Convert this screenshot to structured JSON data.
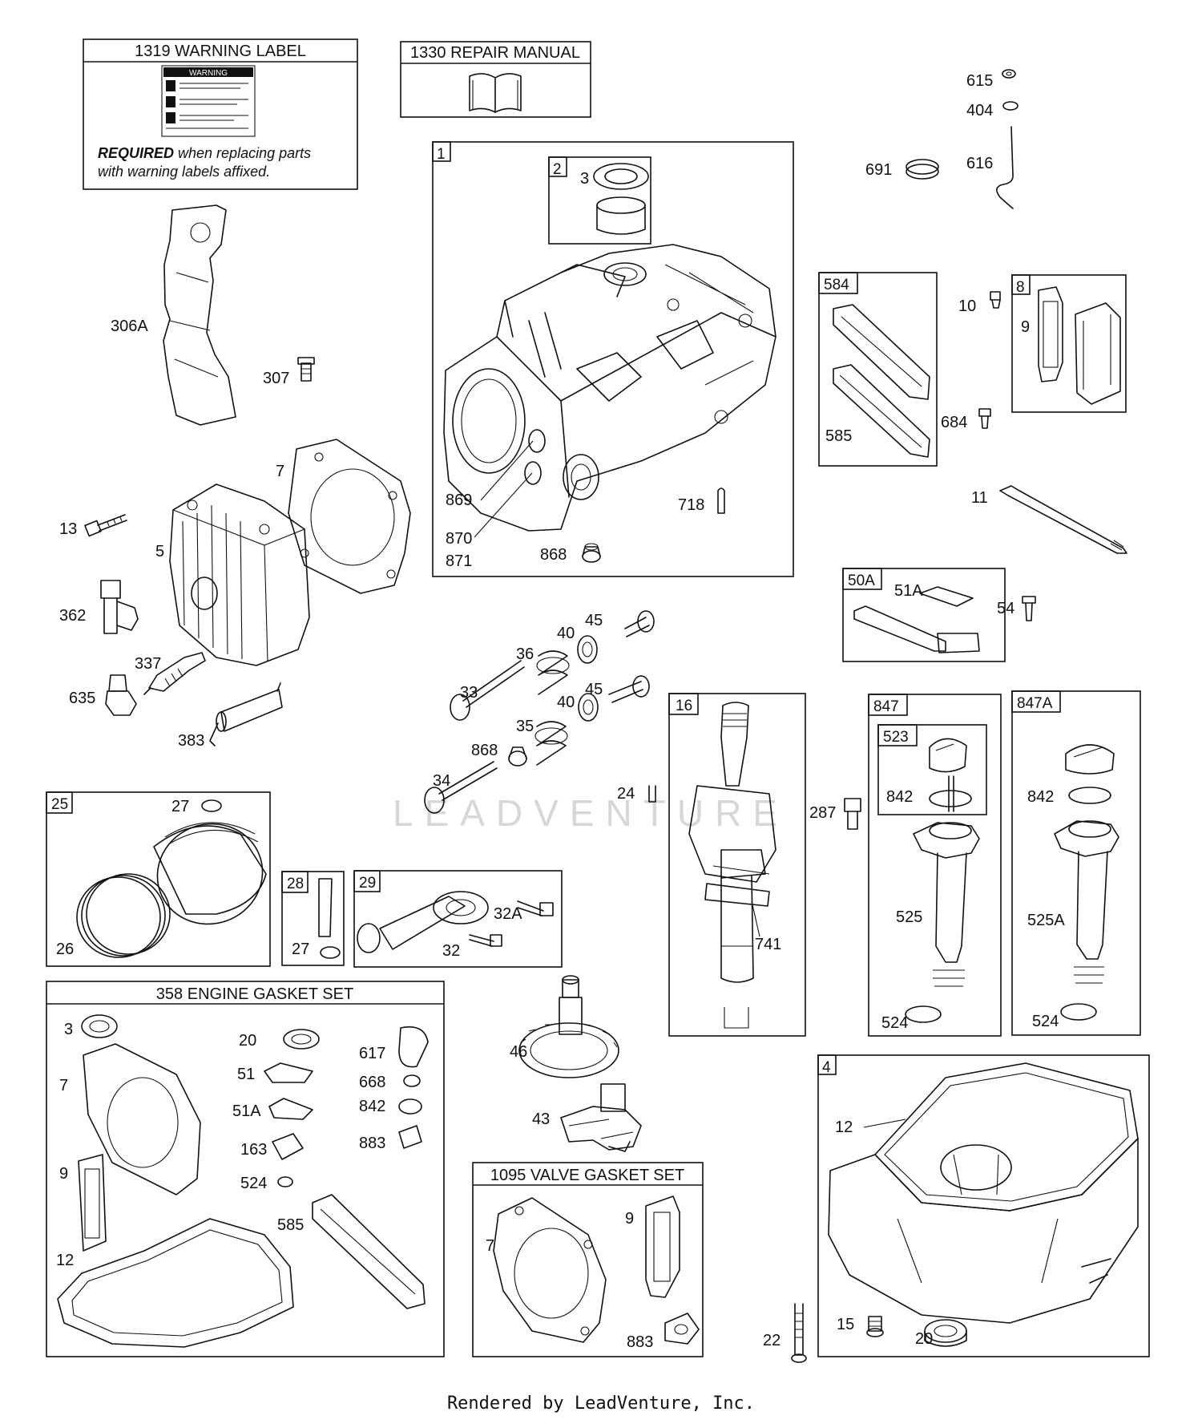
{
  "watermark": "LEADVENTURE",
  "footer": "Rendered by LeadVenture, Inc.",
  "notes": {
    "warning_required": "REQUIRED",
    "warning_rest": " when replacing parts",
    "warning_line2": "with warning labels affixed.",
    "warning_sticker": "WARNING"
  },
  "titles": {
    "warning_label": "1319 WARNING LABEL",
    "repair_manual": "1330 REPAIR MANUAL",
    "engine_gasket_set": "358 ENGINE GASKET SET",
    "valve_gasket_set": "1095 VALVE GASKET SET"
  },
  "box_tags": {
    "b1": "1",
    "b2": "2",
    "b584": "584",
    "b8": "8",
    "b50a": "50A",
    "b16": "16",
    "b847": "847",
    "b523": "523",
    "b847a": "847A",
    "b25": "25",
    "b28": "28",
    "b29": "29",
    "b4": "4"
  },
  "callouts": {
    "c615": "615",
    "c404": "404",
    "c616": "616",
    "c691": "691",
    "c306a": "306A",
    "c307": "307",
    "c3a": "3",
    "c10": "10",
    "c9a": "9",
    "c684": "684",
    "c585a": "585",
    "c7a": "7",
    "c869": "869",
    "c870": "870",
    "c871": "871",
    "c868a": "868",
    "c718": "718",
    "c11": "11",
    "c13": "13",
    "c5": "5",
    "c362": "362",
    "c337": "337",
    "c635": "635",
    "c383": "383",
    "c51a": "51A",
    "c54": "54",
    "c45a": "45",
    "c40a": "40",
    "c36": "36",
    "c33": "33",
    "c45b": "45",
    "c40b": "40",
    "c35": "35",
    "c868b": "868",
    "c34": "34",
    "c24": "24",
    "c287": "287",
    "c741": "741",
    "c842a": "842",
    "c525": "525",
    "c524a": "524",
    "c842b": "842",
    "c525a": "525A",
    "c524b": "524",
    "c27a": "27",
    "c26": "26",
    "c27b": "27",
    "c32a": "32A",
    "c32": "32",
    "c3b": "3",
    "c20a": "20",
    "c51": "51",
    "c51a2": "51A",
    "c163": "163",
    "c524c": "524",
    "c617": "617",
    "c668": "668",
    "c842c": "842",
    "c883a": "883",
    "c7b": "7",
    "c9b": "9",
    "c12a": "12",
    "c585b": "585",
    "c46": "46",
    "c43": "43",
    "c7c": "7",
    "c9c": "9",
    "c883b": "883",
    "c12b": "12",
    "c22": "22",
    "c15": "15",
    "c20b": "20"
  }
}
